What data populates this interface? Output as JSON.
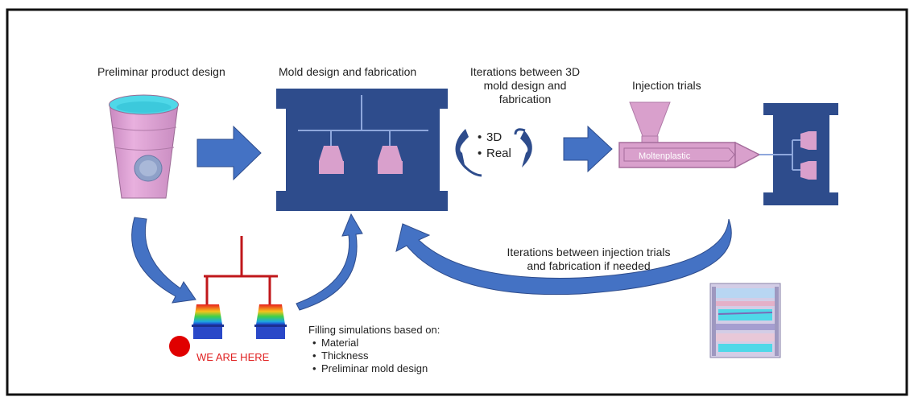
{
  "labels": {
    "preliminary_design": "Preliminar product design",
    "mold_design": "Mold design and fabrication",
    "iter_3d_line1": "Iterations between 3D",
    "iter_3d_line2": "mold design and",
    "iter_3d_line3": "fabrication",
    "injection_trials": "Injection trials",
    "molten_plastic": "Moltenplastic",
    "iter_injection_line1": "Iterations between injection trials",
    "iter_injection_line2": "and fabrication if needed",
    "filling_title": "Filling simulations based on:",
    "we_are_here": "WE ARE HERE"
  },
  "iter_3d_items": [
    "3D",
    "Real"
  ],
  "filling_items": [
    "Material",
    "Thickness",
    "Preliminar mold design"
  ],
  "colors": {
    "mold_blue": "#2e4c8c",
    "arrow_blue": "#4472c4",
    "cavity_pink": "#d9a0cc",
    "cup_pink": "#e2a3d6",
    "cup_water": "#4fd8e8",
    "runner_red": "#c0171b",
    "marker_red": "#e00000",
    "frame": "#111111"
  }
}
